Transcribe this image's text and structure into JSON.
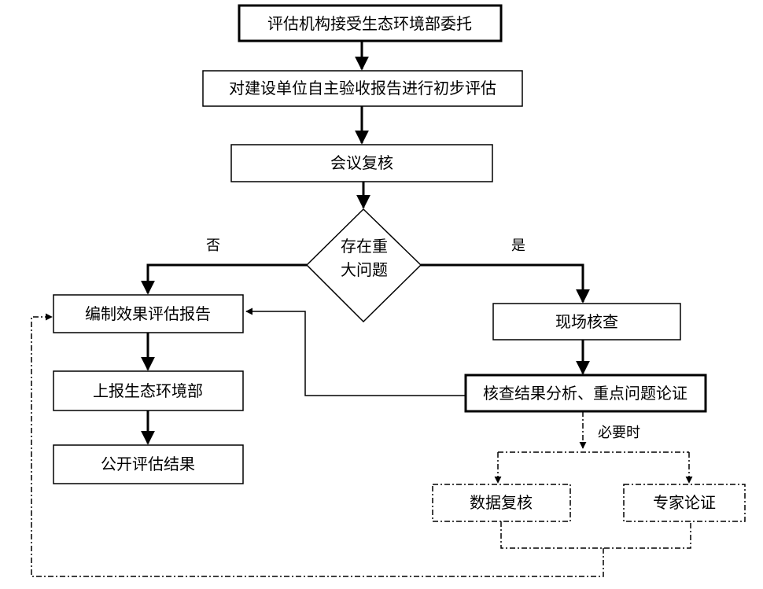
{
  "nodes": {
    "entrust": "评估机构接受生态环境部委托",
    "preliminary": "对建设单位自主验收报告进行初步评估",
    "meeting": "会议复核",
    "decision_line1": "存在重",
    "decision_line2": "大问题",
    "compile": "编制效果评估报告",
    "submit": "上报生态环境部",
    "publish": "公开评估结果",
    "site_check": "现场核查",
    "analysis": "核查结果分析、重点问题论证",
    "data_review": "数据复核",
    "expert": "专家论证"
  },
  "labels": {
    "no": "否",
    "yes": "是",
    "when_needed": "必要时"
  }
}
